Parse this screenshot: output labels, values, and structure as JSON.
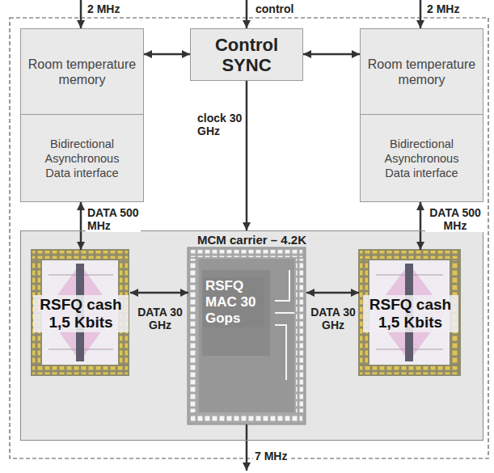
{
  "diagram": {
    "nodes": [
      {
        "text": [
          "Room temperature memory",
          "Bidirectional Asynchronous Data interface"
        ]
      },
      {
        "text": [
          "Control SYNC"
        ]
      },
      {
        "text": [
          "Room temperature memory",
          "Bidirectional Asynchronous Data interface"
        ]
      },
      {
        "text": [
          "MCM carrier – 4.2K"
        ]
      },
      {
        "text": [
          "RSFQ cash 1,5 Kbits"
        ],
        "in": 3
      },
      {
        "text": [
          "RSFQ MAC 30 Gops"
        ],
        "in": 3
      },
      {
        "text": [
          "RSFQ cash 1,5 Kbits"
        ],
        "in": 3
      }
    ],
    "edges": [
      {
        "from": 0,
        "to": 1,
        "arrow": "both"
      },
      {
        "from": 1,
        "to": 2,
        "arrow": "both"
      },
      {
        "from": 1,
        "to": 3,
        "label": "clock 30 GHz",
        "arrow": "to"
      },
      {
        "from": 0,
        "to": 4,
        "label": "DATA 500 MHz",
        "arrow": "both"
      },
      {
        "from": 2,
        "to": 6,
        "label": "DATA 500 MHz",
        "arrow": "both"
      },
      {
        "from": 4,
        "to": 5,
        "label": "DATA 30 GHz",
        "arrow": "both"
      },
      {
        "from": 5,
        "to": 6,
        "label": "DATA 30 GHz",
        "arrow": "both"
      }
    ],
    "labels": [
      "2 MHz",
      "control",
      "2 MHz",
      "7 MHz"
    ]
  }
}
